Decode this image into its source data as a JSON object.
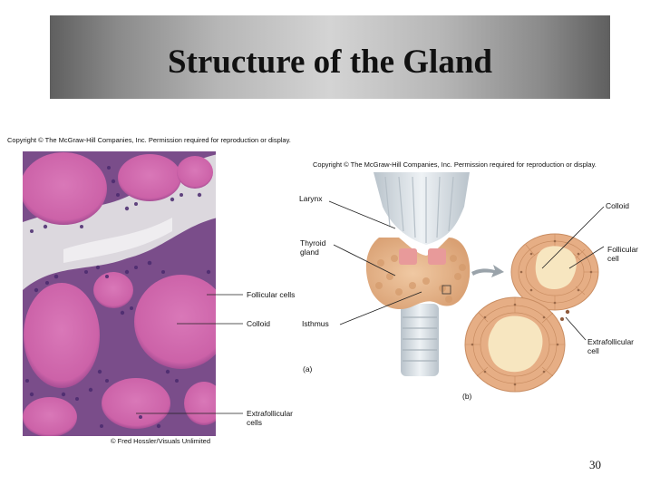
{
  "slide": {
    "title": "Structure of the Gland",
    "page_number": "30"
  },
  "copyright": {
    "left": "Copyright © The McGraw-Hill Companies, Inc. Permission required for reproduction or display.",
    "right": "Copyright © The McGraw-Hill Companies, Inc. Permission required for reproduction or display."
  },
  "micrograph": {
    "credit": "© Fred Hossler/Visuals Unlimited",
    "labels": {
      "follicular_cells": "Follicular cells",
      "colloid": "Colloid",
      "extrafollicular_line1": "Extrafollicular",
      "extrafollicular_line2": "cells"
    }
  },
  "gland_diagram": {
    "larynx": "Larynx",
    "thyroid_line1": "Thyroid",
    "thyroid_line2": "gland",
    "isthmus": "Isthmus",
    "panel_a": "(a)",
    "panel_b": "(b)",
    "colloid": "Colloid",
    "follicular_line1": "Follicular",
    "follicular_line2": "cell",
    "extrafollicular_line1": "Extrafollicular",
    "extrafollicular_line2": "cell"
  },
  "colors": {
    "tissue_pink": "#d77ab5",
    "colloid_cream": "#f6e3b8",
    "gland_tan": "#e5b78e"
  }
}
